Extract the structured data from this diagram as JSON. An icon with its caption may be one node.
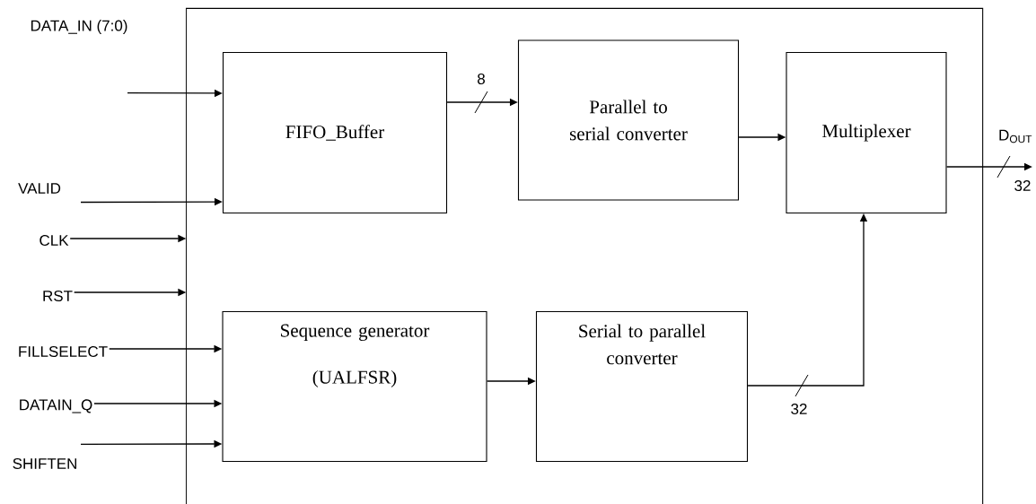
{
  "diagram": {
    "nodes": [
      {
        "text": [],
        "shape": "box"
      },
      {
        "text": [
          "FIFO_Buffer"
        ],
        "in": 0
      },
      {
        "text": [
          "Parallel to serial converter"
        ],
        "in": 0
      },
      {
        "text": [
          "Multiplexer"
        ],
        "in": 0
      },
      {
        "text": [
          "Sequence generator",
          "(UALFSR)"
        ],
        "in": 0
      },
      {
        "text": [
          "Serial to parallel converter"
        ],
        "in": 0
      },
      {
        "text": [
          "DATA_IN (7:0)"
        ]
      },
      {
        "text": [
          "VALID"
        ]
      },
      {
        "text": [
          "CLK"
        ]
      },
      {
        "text": [
          "RST"
        ]
      },
      {
        "text": [
          "FILLSELECT"
        ]
      },
      {
        "text": [
          "DATAIN_Q"
        ]
      },
      {
        "text": [
          "SHIFTEN"
        ]
      }
    ],
    "edges": [
      {
        "from": 6,
        "to": 1,
        "arrow": "to"
      },
      {
        "from": 7,
        "to": 1,
        "arrow": "to"
      },
      {
        "from": 8,
        "to": 0,
        "arrow": "to"
      },
      {
        "from": 9,
        "to": 0,
        "arrow": "to"
      },
      {
        "from": 10,
        "to": 4,
        "arrow": "to"
      },
      {
        "from": 11,
        "to": 4,
        "arrow": "to"
      },
      {
        "from": 12,
        "to": 4,
        "arrow": "to"
      },
      {
        "from": 1,
        "to": 2,
        "arrow": "to",
        "label": "8"
      },
      {
        "from": 2,
        "to": 3,
        "arrow": "to"
      },
      {
        "from": 4,
        "to": 5,
        "arrow": "to"
      },
      {
        "from": 5,
        "to": 3,
        "arrow": "to",
        "label": "32"
      },
      {
        "from": 3,
        "to": null,
        "arrow": "to",
        "label": "32"
      }
    ],
    "labels": [
      "D$_{OUT}$"
    ]
  }
}
